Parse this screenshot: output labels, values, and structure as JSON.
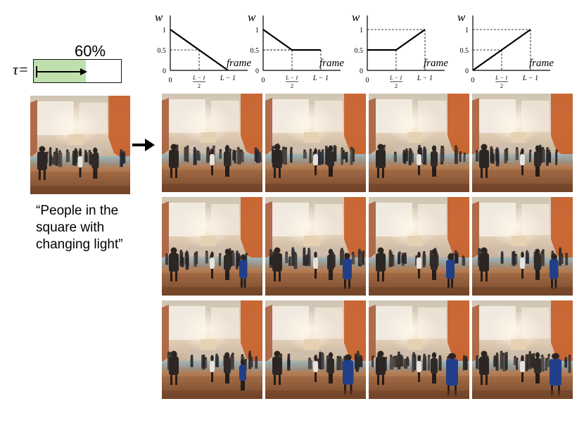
{
  "tau": {
    "symbol": "τ=",
    "percent_label": "60%",
    "fill_fraction": 0.6
  },
  "caption": {
    "line1": "“People in the",
    "line2": "square with",
    "line3": "changing light”"
  },
  "graphs": [
    {
      "y_axis": "w",
      "x_axis": "frame",
      "y_ticks": [
        "1",
        "0.5",
        "0"
      ],
      "x_ticks": [
        "0",
        "L − 1",
        "2",
        "L − 1"
      ],
      "schedule": [
        [
          0,
          1
        ],
        [
          1,
          0
        ]
      ]
    },
    {
      "y_axis": "w",
      "x_axis": "frame",
      "y_ticks": [
        "1",
        "0.5",
        "0"
      ],
      "x_ticks": [
        "0",
        "L − 1",
        "2",
        "L − 1"
      ],
      "schedule": [
        [
          0,
          1
        ],
        [
          0.5,
          0.5
        ],
        [
          1,
          0.5
        ]
      ]
    },
    {
      "y_axis": "w",
      "x_axis": "frame",
      "y_ticks": [
        "1",
        "0.5",
        "0"
      ],
      "x_ticks": [
        "0",
        "L − 1",
        "2",
        "L − 1"
      ],
      "schedule": [
        [
          0,
          0.5
        ],
        [
          0.5,
          0.5
        ],
        [
          1,
          1
        ]
      ]
    },
    {
      "y_axis": "w",
      "x_axis": "frame",
      "y_ticks": [
        "1",
        "0.5",
        "0"
      ],
      "x_ticks": [
        "0",
        "L − 1",
        "2",
        "L − 1"
      ],
      "schedule": [
        [
          0,
          0
        ],
        [
          1,
          1
        ]
      ]
    }
  ],
  "colors": {
    "bar_fill": "#bfe0ad",
    "wall": "#e7d3bd",
    "orange": "#c8602a",
    "floor": "#7a4a2c",
    "blue_figure": "#213f88"
  },
  "frames": {
    "rows": 3,
    "cols": 4,
    "blue_figure_intensity": [
      [
        0,
        0,
        0,
        0
      ],
      [
        0.35,
        0.5,
        0.4,
        0.45
      ],
      [
        0.2,
        0.75,
        0.9,
        0.9
      ]
    ]
  }
}
